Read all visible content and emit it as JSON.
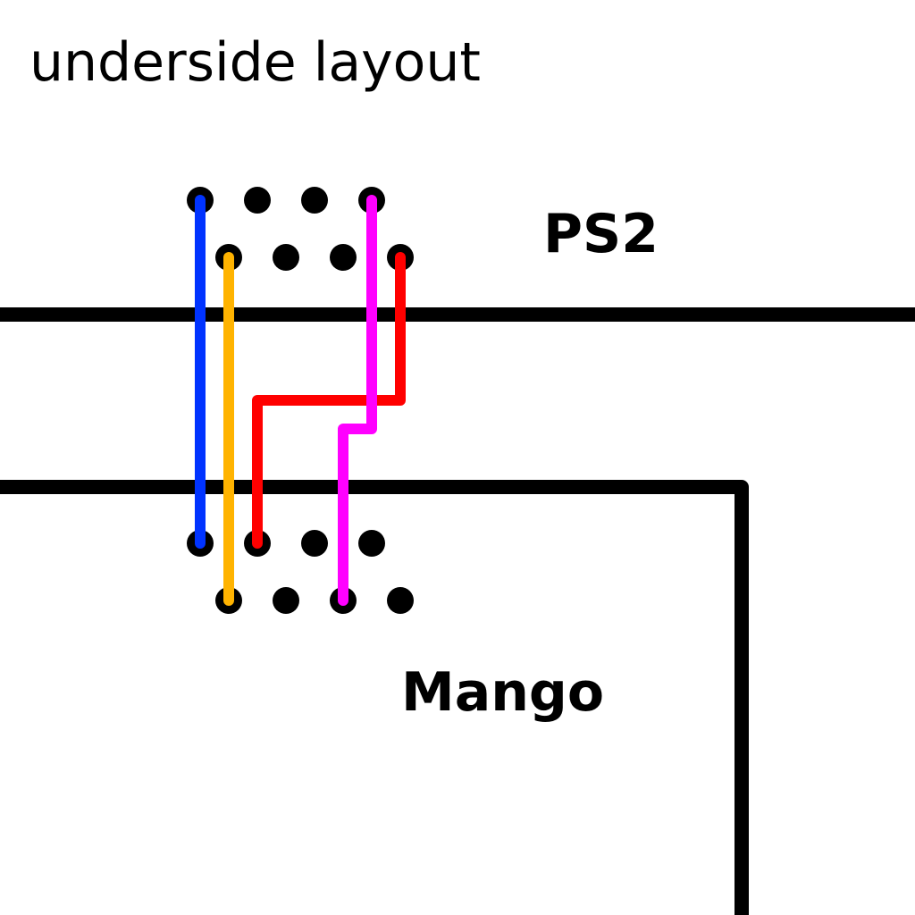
{
  "title": "underside layout",
  "boards": [
    {
      "id": "ps2",
      "label": "PS2"
    },
    {
      "id": "mango",
      "label": "Mango"
    }
  ],
  "colors": {
    "background": "#ffffff",
    "outline": "#000000",
    "pad": "#000000",
    "wire_blue": "#0033ff",
    "wire_orange": "#ffb300",
    "wire_red": "#ff0000",
    "wire_magenta": "#ff00ff"
  },
  "wires": [
    {
      "name": "blue",
      "color": "#0033ff"
    },
    {
      "name": "orange",
      "color": "#ffb300"
    },
    {
      "name": "red",
      "color": "#ff0000"
    },
    {
      "name": "magenta",
      "color": "#ff00ff"
    }
  ]
}
